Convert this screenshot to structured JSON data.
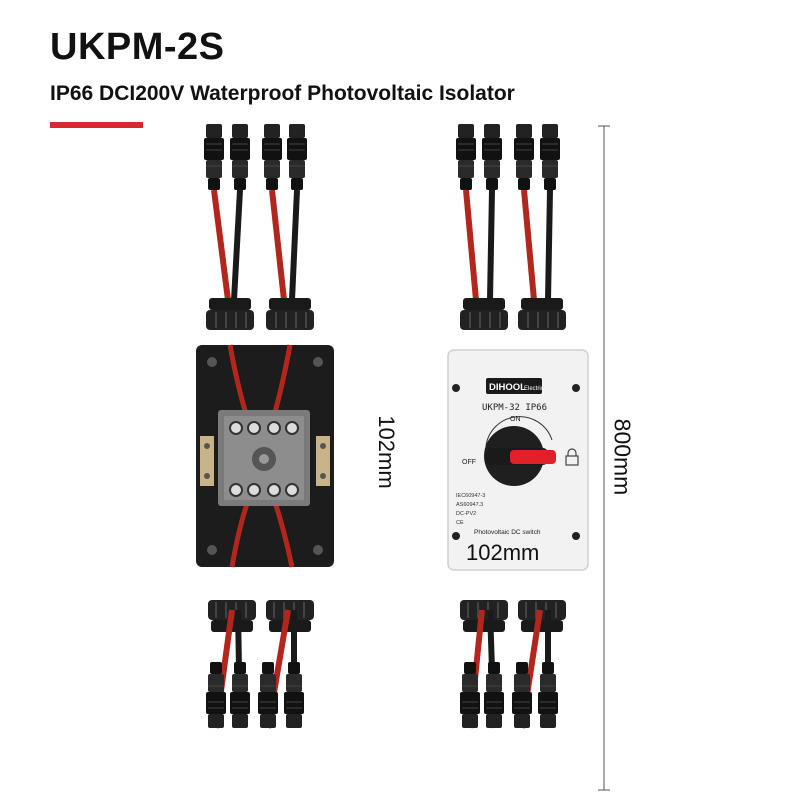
{
  "header": {
    "title": "UKPM-2S",
    "subtitle": "IP66 DCI200V Waterproof Photovoltaic Isolator"
  },
  "colors": {
    "accent": "#d42a2f",
    "cable_red": "#b3261e",
    "cable_black": "#1a1a1a",
    "housing_white": "#f2f2f2",
    "base_black": "#1c1c1c",
    "knob_red": "#e0212a"
  },
  "dimensions": {
    "left_height": "102mm",
    "width": "102mm",
    "total_height": "800mm"
  },
  "switch_panel": {
    "brand": "DIHOOL",
    "brand_suffix": "Electric",
    "model": "UKPM-32  IP66",
    "on_label": "ON",
    "off_label": "OFF",
    "standards": [
      "IEC60947-3",
      "AS60947.3",
      "DC-PV2",
      "CE"
    ],
    "footer": "Photovoltaic DC switch"
  },
  "icons": [
    "lock-icon"
  ]
}
